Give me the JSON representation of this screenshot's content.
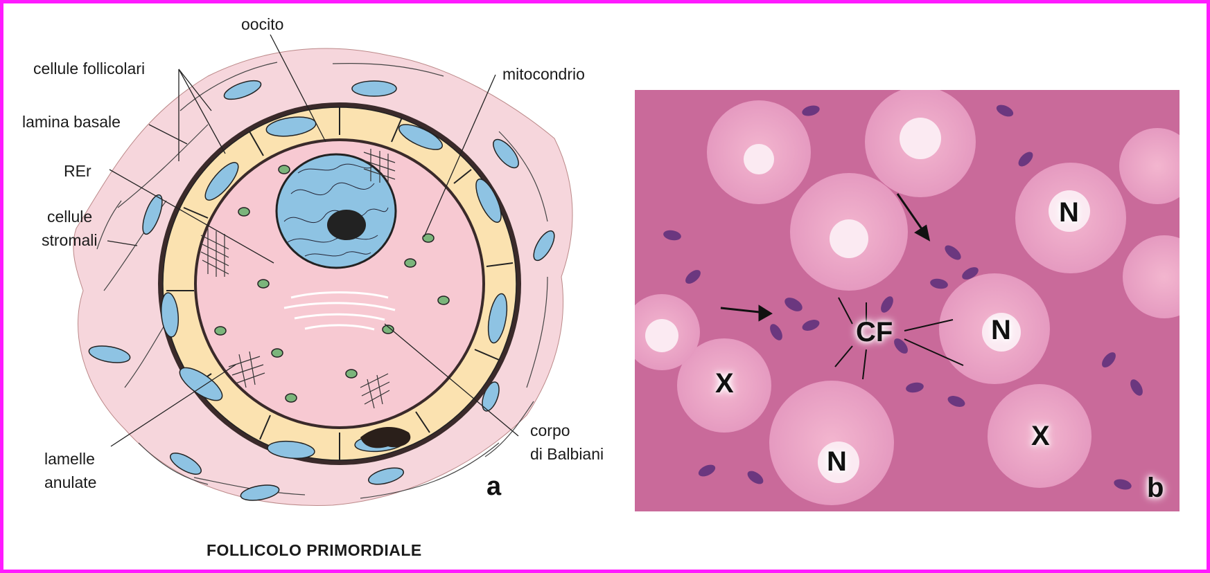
{
  "diagram": {
    "labels": {
      "oocito": "oocito",
      "cellule_follicolari": "cellule follicolari",
      "mitocondrio": "mitocondrio",
      "lamina_basale": "lamina basale",
      "rer": "REr",
      "cellule_stromali_1": "cellule",
      "cellule_stromali_2": "stromali",
      "lamelle_anulate_1": "lamelle",
      "lamelle_anulate_2": "anulate",
      "corpo_balbiani_1": "corpo",
      "corpo_balbiani_2": "di Balbiani"
    },
    "panel_letter": "a",
    "caption": "FOLLICOLO PRIMORDIALE"
  },
  "micrograph": {
    "panel_letter": "b",
    "labels": {
      "cf": "CF",
      "n1": "N",
      "n2": "N",
      "n3": "N",
      "x1": "X",
      "x2": "X"
    }
  },
  "colors": {
    "border": "#ff1aff",
    "stroma": "#f6d6dc",
    "follicular_cell": "#fbe2b0",
    "oocyte_cytoplasm": "#f7c9d2",
    "nucleus": "#8ec3e3",
    "mitochondrion": "#7bb57b",
    "tissue_base": "#c96a9a"
  }
}
